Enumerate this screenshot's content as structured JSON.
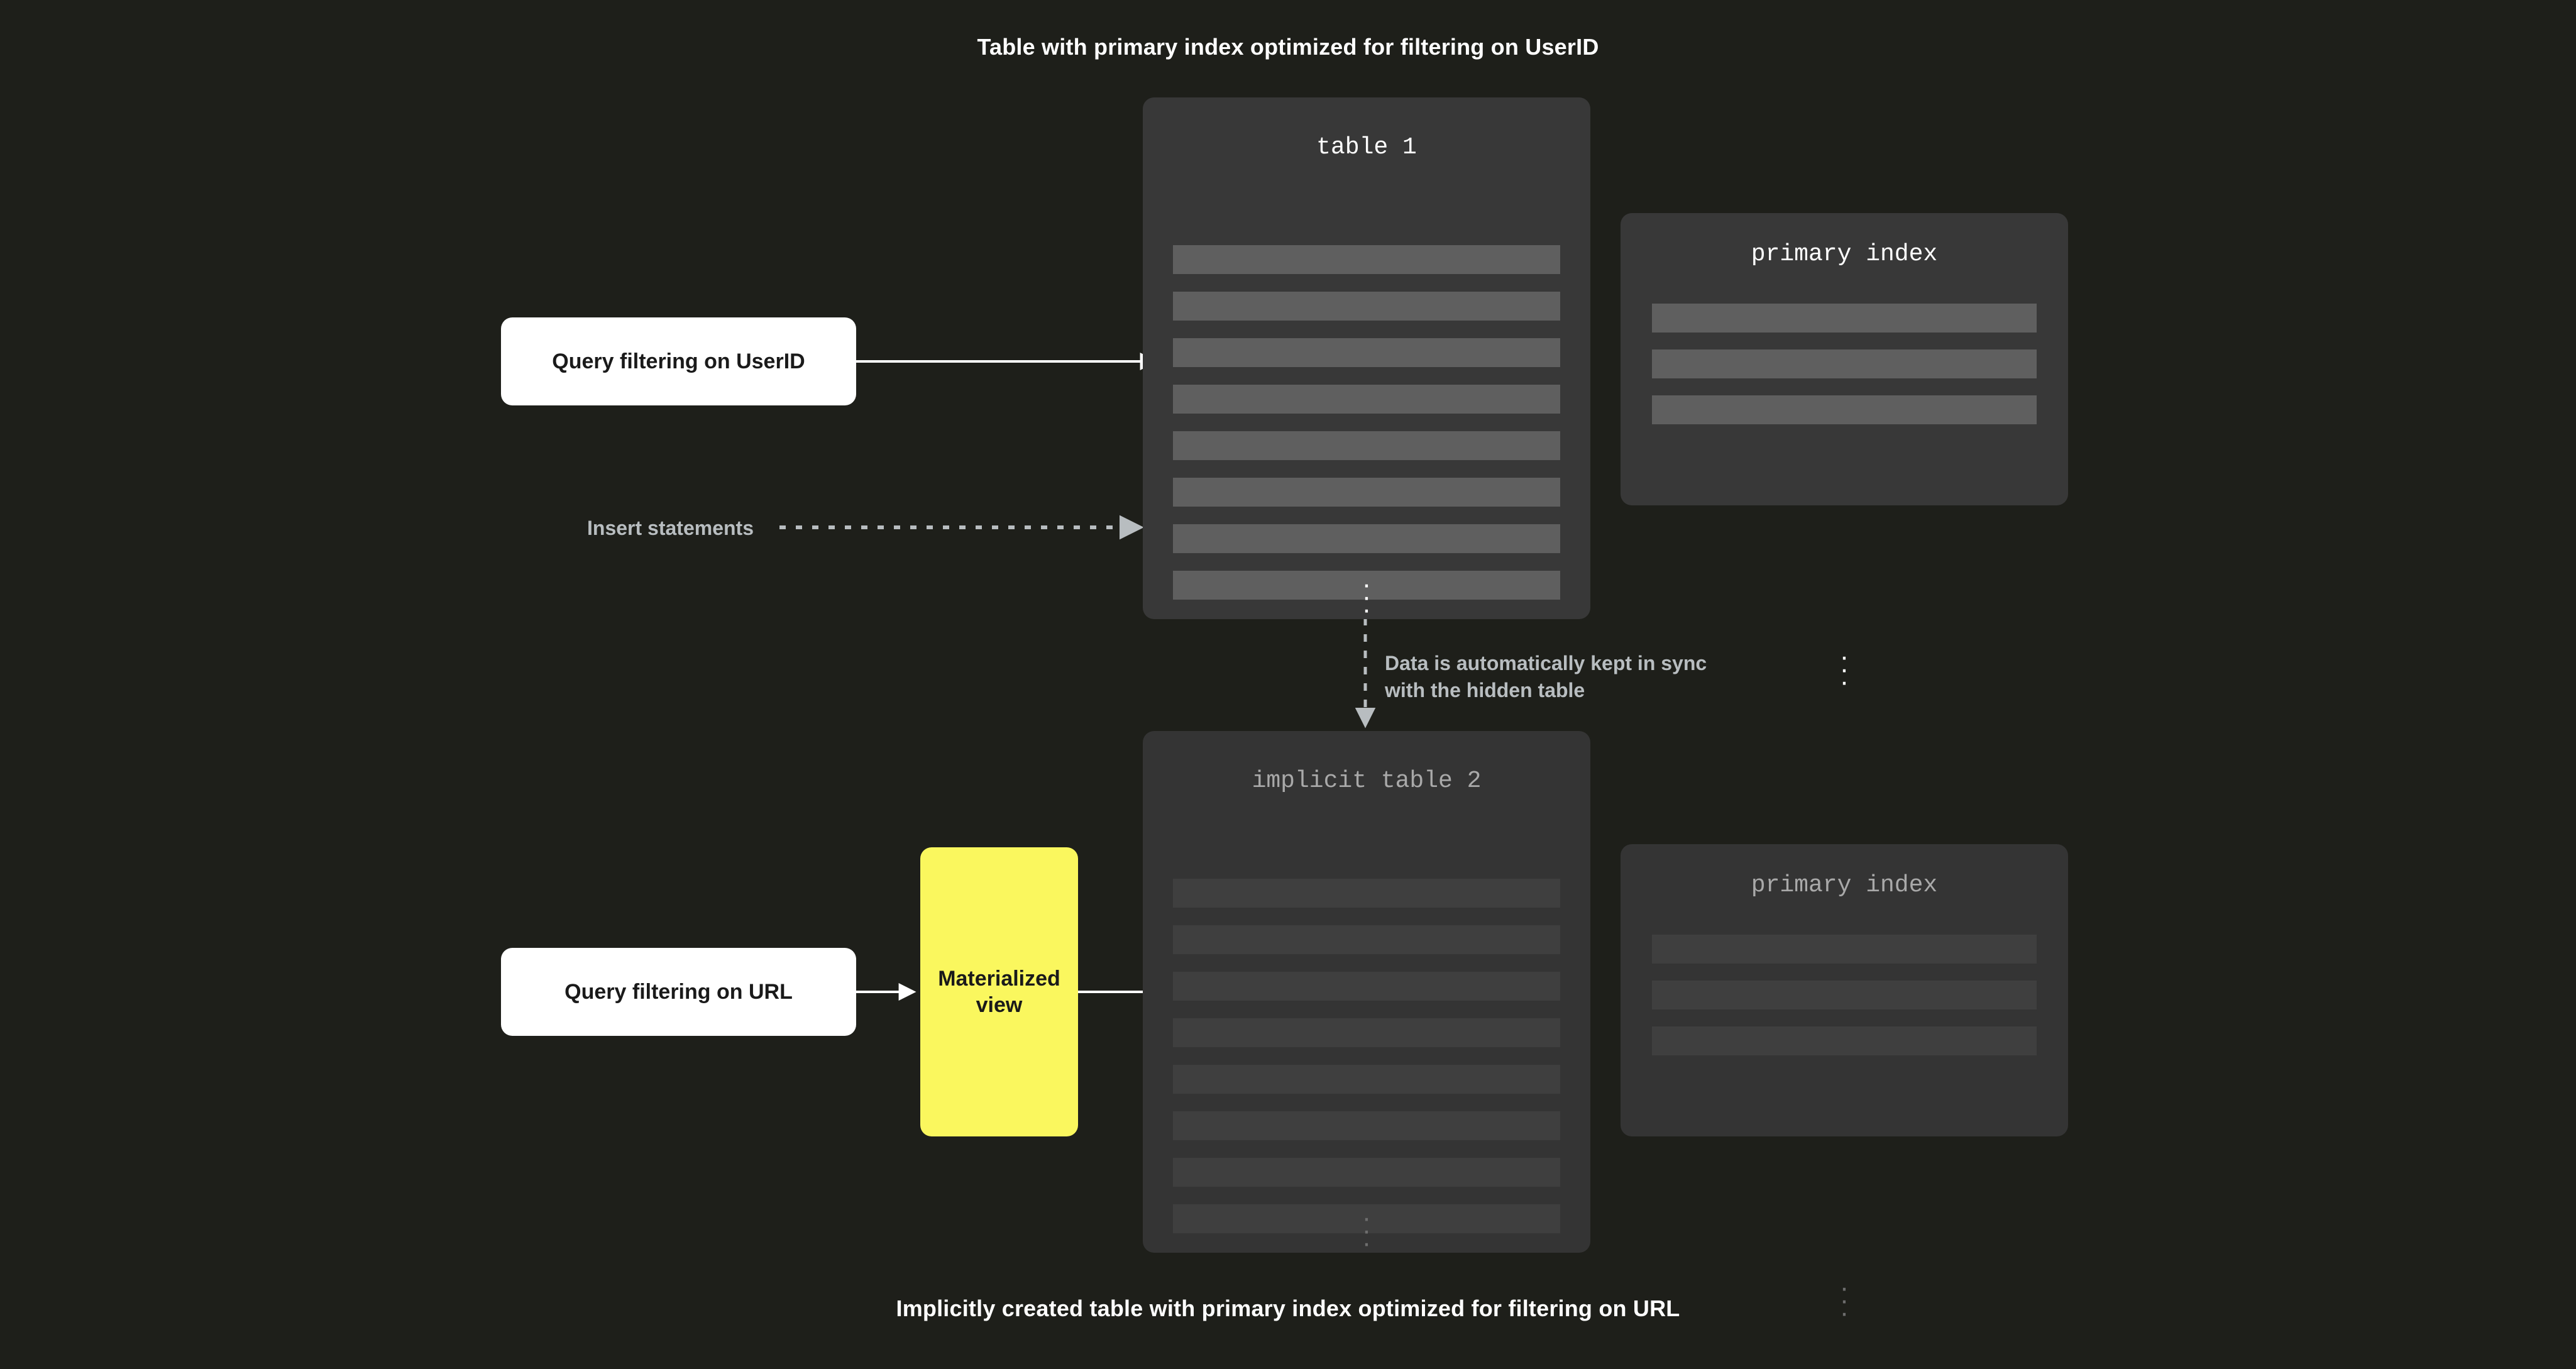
{
  "captions": {
    "top": "Table with primary index optimized for filtering on UserID",
    "bottom": "Implicitly created table with primary index optimized for filtering on URL"
  },
  "top_section": {
    "table": {
      "title": "table 1",
      "row_count": 8,
      "ellipsis": "⋮"
    },
    "index": {
      "title": "primary index",
      "row_count": 3,
      "ellipsis": "⋮"
    },
    "query_box": {
      "label": "Query filtering on UserID"
    },
    "insert_label": "Insert statements"
  },
  "sync_note": {
    "line1": "Data is automatically kept in sync",
    "line2": "with the hidden table"
  },
  "bottom_section": {
    "table": {
      "title": "implicit table 2",
      "row_count": 8,
      "ellipsis": "⋮"
    },
    "index": {
      "title": "primary index",
      "row_count": 3,
      "ellipsis": "⋮"
    },
    "query_box": {
      "label": "Query filtering on URL"
    },
    "materialized_view": {
      "line1": "Materialized",
      "line2": "view"
    }
  },
  "colors": {
    "background": "#1e1f1a",
    "card": "#383838",
    "card_dim": "#343434",
    "row": "#5f5f5f",
    "row_dim": "#3f3f3f",
    "accent_yellow": "#faf75e",
    "query_box": "#ffffff",
    "text_primary": "#ffffff",
    "text_muted": "#b8bdc0",
    "arrow_solid": "#ffffff",
    "arrow_dashed": "#b8bdc0"
  },
  "dots": {
    "d1": "·",
    "d2": "·",
    "d3": "·"
  }
}
